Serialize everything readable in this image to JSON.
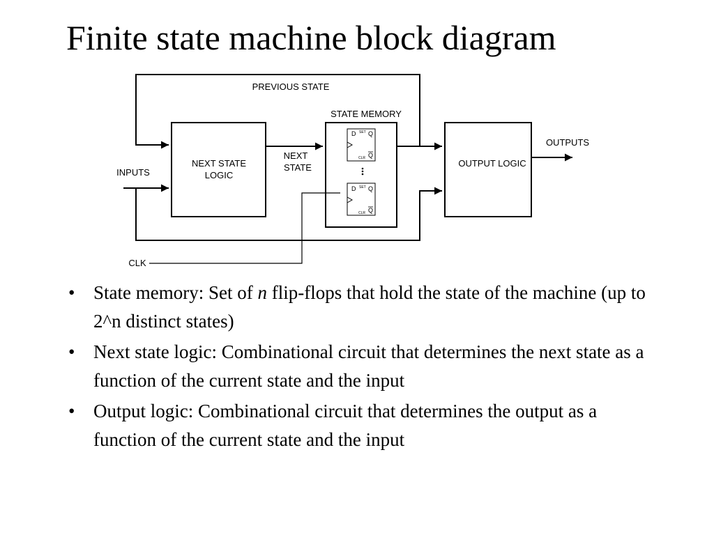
{
  "title": "Finite state machine block diagram",
  "diagram": {
    "previous_state": "PREVIOUS STATE",
    "state_memory": "STATE MEMORY",
    "inputs": "INPUTS",
    "next_state_logic_line1": "NEXT STATE",
    "next_state_logic_line2": "LOGIC",
    "next_state_line1": "NEXT",
    "next_state_line2": "STATE",
    "output_logic": "OUTPUT LOGIC",
    "outputs": "OUTPUTS",
    "clk": "CLK",
    "flipflop": {
      "d": "D",
      "q": "Q",
      "q_bar": "Q",
      "set": "SET",
      "clr": "CLR"
    }
  },
  "bullets": [
    {
      "marker": "•",
      "before": "State memory: Set of ",
      "italic": "n",
      "after": " flip-flops that hold the state of the machine (up to 2^n distinct states)"
    },
    {
      "marker": "•",
      "text": "Next state logic: Combinational circuit that determines the next state as a function of the current state and the input"
    },
    {
      "marker": "•",
      "text": "Output logic: Combinational circuit that determines the output as a function of the current state and the input"
    }
  ]
}
